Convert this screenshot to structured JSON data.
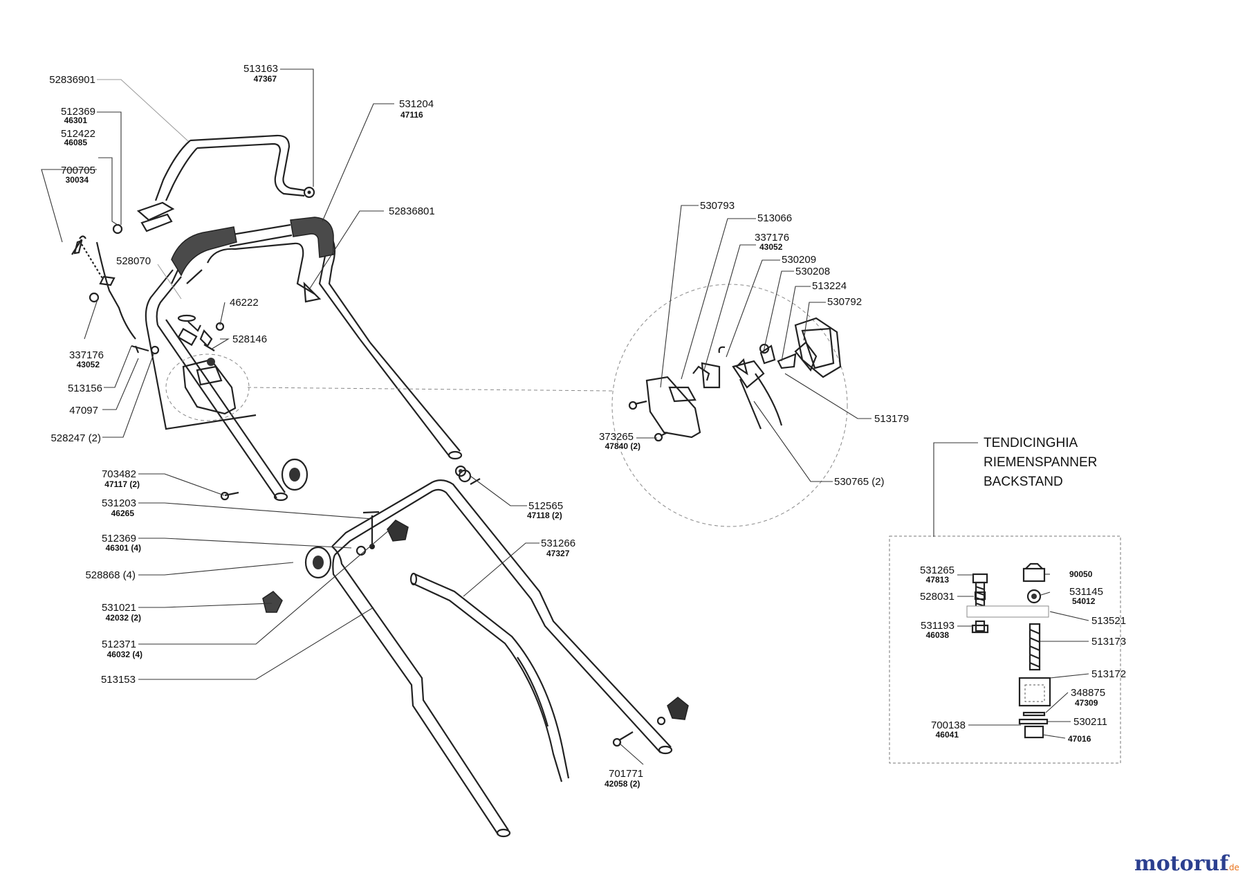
{
  "labels": {
    "l1": {
      "num": "52836901"
    },
    "l2": {
      "num": "513163",
      "sub": "47367"
    },
    "l3": {
      "num": "512369",
      "sub": "46301"
    },
    "l4": {
      "num": "512422",
      "sub": "46085"
    },
    "l5": {
      "num": "700705",
      "sub": "30034"
    },
    "l6": {
      "num": "531204",
      "sub": "47116"
    },
    "l7": {
      "num": "52836801"
    },
    "l8": {
      "num": "528070"
    },
    "l9": {
      "num": "46222"
    },
    "l10": {
      "num": "528146"
    },
    "l11": {
      "num": "337176",
      "sub": "43052"
    },
    "l12": {
      "num": "513156"
    },
    "l13": {
      "num": "47097"
    },
    "l14": {
      "num": "528247 (2)"
    },
    "l15": {
      "num": "703482",
      "sub": "47117 (2)"
    },
    "l16": {
      "num": "531203",
      "sub": "46265"
    },
    "l17": {
      "num": "512369",
      "sub": "46301 (4)"
    },
    "l18": {
      "num": "528868 (4)"
    },
    "l19": {
      "num": "531021",
      "sub": "42032 (2)"
    },
    "l20": {
      "num": "512371",
      "sub": "46032 (4)"
    },
    "l21": {
      "num": "513153"
    },
    "l22": {
      "num": "512565",
      "sub": "47118 (2)"
    },
    "l23": {
      "num": "531266",
      "sub": "47327"
    },
    "l24": {
      "num": "701771",
      "sub": "42058 (2)"
    },
    "l25": {
      "num": "530793"
    },
    "l26": {
      "num": "513066"
    },
    "l27": {
      "num": "337176",
      "sub": "43052"
    },
    "l28": {
      "num": "530209"
    },
    "l29": {
      "num": "530208"
    },
    "l30": {
      "num": "513224"
    },
    "l31": {
      "num": "530792"
    },
    "l32": {
      "num": "513179"
    },
    "l33": {
      "num": "373265",
      "sub": "47840 (2)"
    },
    "l34": {
      "num": "530765 (2)"
    },
    "b1": {
      "num": "531265",
      "sub": "47813"
    },
    "b2": {
      "num": "90050"
    },
    "b3": {
      "num": "528031"
    },
    "b4": {
      "num": "531145",
      "sub": "54012"
    },
    "b5": {
      "num": "513521"
    },
    "b6": {
      "num": "531193",
      "sub": "46038"
    },
    "b7": {
      "num": "513173"
    },
    "b8": {
      "num": "513172"
    },
    "b9": {
      "num": "348875",
      "sub": "47309"
    },
    "b10": {
      "num": "700138",
      "sub": "46041"
    },
    "b11": {
      "num": "530211"
    },
    "b12": {
      "num": "47016"
    }
  },
  "inset_title": [
    "TENDICINGHIA",
    "RIEMENSPANNER",
    "BACKSTAND"
  ],
  "logo": {
    "main": "motoruf",
    "suffix": ".de"
  },
  "colors": {
    "ink": "#222222",
    "grip": "#4a4a4a",
    "logo_blue": "#2b3f8f",
    "logo_orange": "#e8731c"
  }
}
